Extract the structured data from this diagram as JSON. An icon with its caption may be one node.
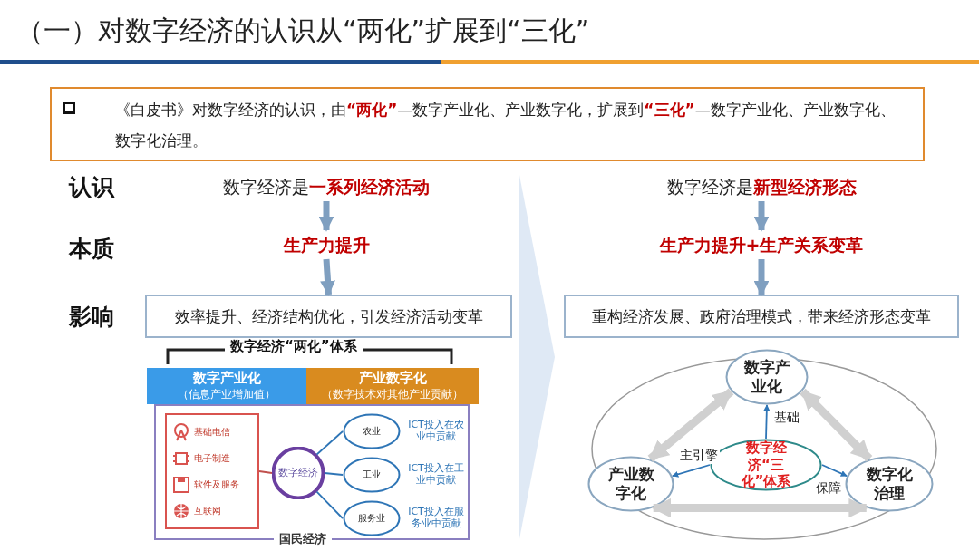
{
  "diagram": {
    "title": "（一）对数字经济的认识从“两化”扩展到“三化”",
    "nodes": [
      {
        "text": [
          "《白皮书》对数字经济的认识，由**“两化”**—数字产业化、产业数字化，扩展到**“三化”**—数字产业化、产业数字化、数字化治理。"
        ]
      },
      {
        "text": [
          "数字经济是**一系列经济活动**"
        ]
      },
      {
        "text": [
          "生产力提升"
        ]
      },
      {
        "text": [
          "效率提升、经济结构优化，引发经济活动变革"
        ]
      },
      {
        "text": [
          "数字经济是**新型经济形态**"
        ]
      },
      {
        "text": [
          "生产力提升+生产关系变革"
        ]
      },
      {
        "text": [
          "重构经济发展、政府治理模式，带来经济形态变革"
        ]
      },
      {
        "text": [
          "数字产业化",
          "（信息产业增加值）"
        ]
      },
      {
        "text": [
          "产业数字化",
          "（数字技术对其他产业贡献）"
        ]
      },
      {
        "text": [
          "国民经济"
        ]
      },
      {
        "text": [
          "基础电信",
          "电子制造",
          "软件及服务",
          "互联网"
        ],
        "in": 9
      },
      {
        "text": [
          "数字经济"
        ],
        "in": 9
      },
      {
        "text": [
          "农业"
        ],
        "in": 9,
        "beside": [
          "ICT投入在农业中贡献"
        ]
      },
      {
        "text": [
          "工业"
        ],
        "in": 9,
        "beside": [
          "ICT投入在工业中贡献"
        ]
      },
      {
        "text": [
          "服务业"
        ],
        "in": 9,
        "beside": [
          "ICT投入在服务业中贡献"
        ]
      },
      {
        "text": [
          "数字产业化"
        ]
      },
      {
        "text": [
          "产业数字化"
        ]
      },
      {
        "text": [
          "数字化治理"
        ]
      },
      {
        "text": [
          "数字经济“三化”体系"
        ]
      },
      {
        "text": [],
        "shape": "chevron"
      }
    ],
    "edges": [
      {
        "from": 1,
        "to": 2,
        "arrow": "to",
        "style": "thick",
        "color": "#7f9fc0"
      },
      {
        "from": 2,
        "to": 3,
        "arrow": "to",
        "style": "thick",
        "color": "#7f9fc0"
      },
      {
        "from": 4,
        "to": 5,
        "arrow": "to",
        "style": "thick",
        "color": "#7f9fc0"
      },
      {
        "from": 5,
        "to": 6,
        "arrow": "to",
        "style": "thick",
        "color": "#7f9fc0"
      },
      {
        "from": 10,
        "to": 11,
        "arrow": "none",
        "color": "#c0504d"
      },
      {
        "from": 11,
        "to": 12,
        "arrow": "none"
      },
      {
        "from": 11,
        "to": 13,
        "arrow": "none"
      },
      {
        "from": 11,
        "to": 14,
        "arrow": "none"
      },
      {
        "from": 18,
        "to": 15,
        "arrow": "to",
        "label": "基础"
      },
      {
        "from": 18,
        "to": 16,
        "arrow": "to",
        "label": "主引擎"
      },
      {
        "from": 18,
        "to": 17,
        "arrow": "to",
        "label": "保障"
      },
      {
        "from": 16,
        "to": 15,
        "arrow": "both",
        "style": "thick",
        "color": "#d0d0d0"
      },
      {
        "from": 15,
        "to": 17,
        "arrow": "both",
        "style": "thick",
        "color": "#d0d0d0"
      },
      {
        "from": 16,
        "to": 17,
        "arrow": "both",
        "style": "thick",
        "color": "#d0d0d0"
      }
    ],
    "labels": [
      "认识",
      "本质",
      "影响",
      "数字经济“两化”体系"
    ]
  }
}
